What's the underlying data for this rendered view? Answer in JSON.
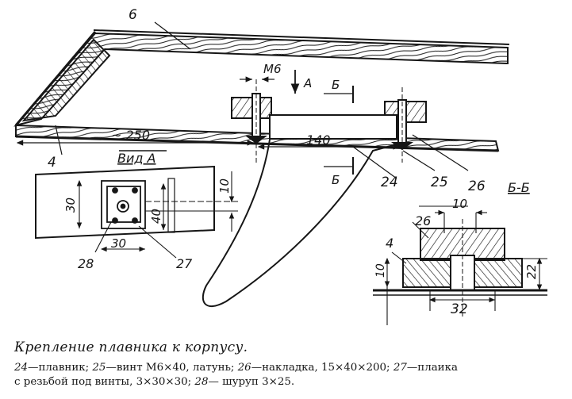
{
  "labels": {
    "part_6": "6",
    "part_4_top": "4",
    "part_24": "24",
    "part_25": "25",
    "part_26": "26",
    "part_28": "28",
    "part_27": "27",
    "part_4_section": "4",
    "part_26_section": "26",
    "bolt": "M6",
    "view_arrow": "A",
    "section_mark_top": "Б",
    "section_mark_bottom": "Б",
    "view_title": "Вид А",
    "section_title": "Б-Б"
  },
  "dimensions": {
    "length_250": "~ 250",
    "length_140": "140",
    "height_30": "30",
    "width_30": "30",
    "height_40": "40",
    "width_10": "10",
    "sec_10_top": "10",
    "sec_10_side": "10",
    "sec_22": "22",
    "sec_32": "32"
  },
  "caption": {
    "title": "Крепление плавника к корпусу.",
    "items": [
      {
        "num": "24",
        "text": "—плавник;"
      },
      {
        "num": "25",
        "text": "—винт М6×40, латунь;"
      },
      {
        "num": "26",
        "text": "—накладка, 15×40×200;"
      },
      {
        "num": "27",
        "text": "—плаика"
      }
    ],
    "line2_pre": "с резьбой под винты, 3×30×30;",
    "line2_num": "28",
    "line2_post": "— шуруп 3×25."
  },
  "colors": {
    "ink": "#161616",
    "paper": "#ffffff"
  }
}
